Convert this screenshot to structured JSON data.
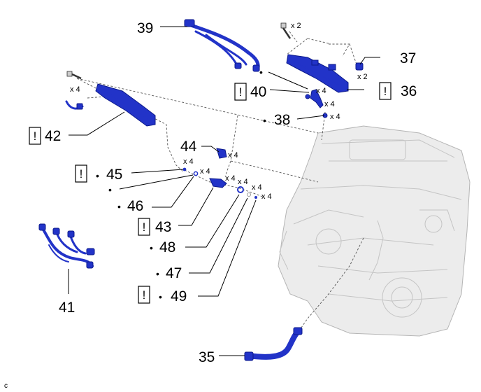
{
  "parts": {
    "p35": {
      "num": "35"
    },
    "p36": {
      "num": "36",
      "warning": "!"
    },
    "p37": {
      "num": "37",
      "qty": "x 2"
    },
    "p38": {
      "num": "38",
      "bullet": "•",
      "qty": "x 4"
    },
    "p39": {
      "num": "39",
      "bolt_qty": "x 2"
    },
    "p40": {
      "num": "40",
      "warning": "!",
      "bullet": "•",
      "qty_a": "x 4",
      "qty_b": "x 4"
    },
    "p41": {
      "num": "41"
    },
    "p42": {
      "num": "42",
      "warning": "!",
      "bolt_qty": "x 4"
    },
    "p43": {
      "num": "43",
      "warning": "!",
      "qty": "x 4"
    },
    "p44": {
      "num": "44",
      "qty": "x 4"
    },
    "p45": {
      "num": "45",
      "warning": "!",
      "bullet": "•",
      "qty": "x 4"
    },
    "p46": {
      "num": "46",
      "bullet": "•",
      "qty": "x 4"
    },
    "p47": {
      "num": "47",
      "bullet": "•",
      "qty": "x 4"
    },
    "p48": {
      "num": "48",
      "bullet": "•",
      "qty": "x 4"
    },
    "p49": {
      "num": "49",
      "warning": "!",
      "bullet": "•",
      "qty": "x 4"
    }
  },
  "extra_bullets": [
    "•",
    "•"
  ],
  "corner_mark": "c",
  "colors": {
    "part_blue": "#2233c8",
    "engine_gray": "#ececec",
    "line": "#000000"
  },
  "icons": [
    "bolt-icon",
    "warning-box-icon",
    "bullet-icon"
  ]
}
